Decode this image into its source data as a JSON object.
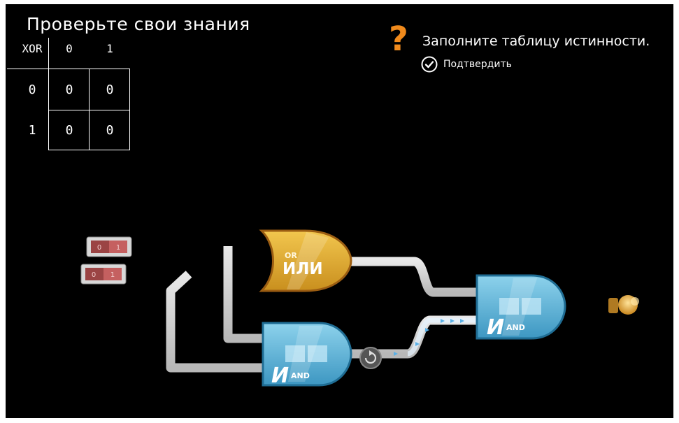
{
  "header": {
    "title": "Проверьте свои знания"
  },
  "truth_table": {
    "operator": "XOR",
    "col_headers": [
      "0",
      "1"
    ],
    "row_headers": [
      "0",
      "1"
    ],
    "cells": [
      [
        "0",
        "0"
      ],
      [
        "0",
        "0"
      ]
    ]
  },
  "task": {
    "icon": "question-mark-icon",
    "text": "Заполните таблицу истинности.",
    "confirm_label": "Подтвердить",
    "accent_color": "#f08a1c"
  },
  "circuit": {
    "switches": [
      {
        "off": "0",
        "on": "1"
      },
      {
        "off": "0",
        "on": "1"
      }
    ],
    "or_gate": {
      "tag": "OR",
      "label": "ИЛИ",
      "color": "#e7b43a"
    },
    "and_gate_1": {
      "label": "И",
      "tag": "AND",
      "color": "#5bb3d6"
    },
    "and_gate_2": {
      "label": "И",
      "tag": "AND",
      "color": "#5bb3d6"
    },
    "output": "bulb-icon",
    "inverter": "refresh-icon"
  }
}
